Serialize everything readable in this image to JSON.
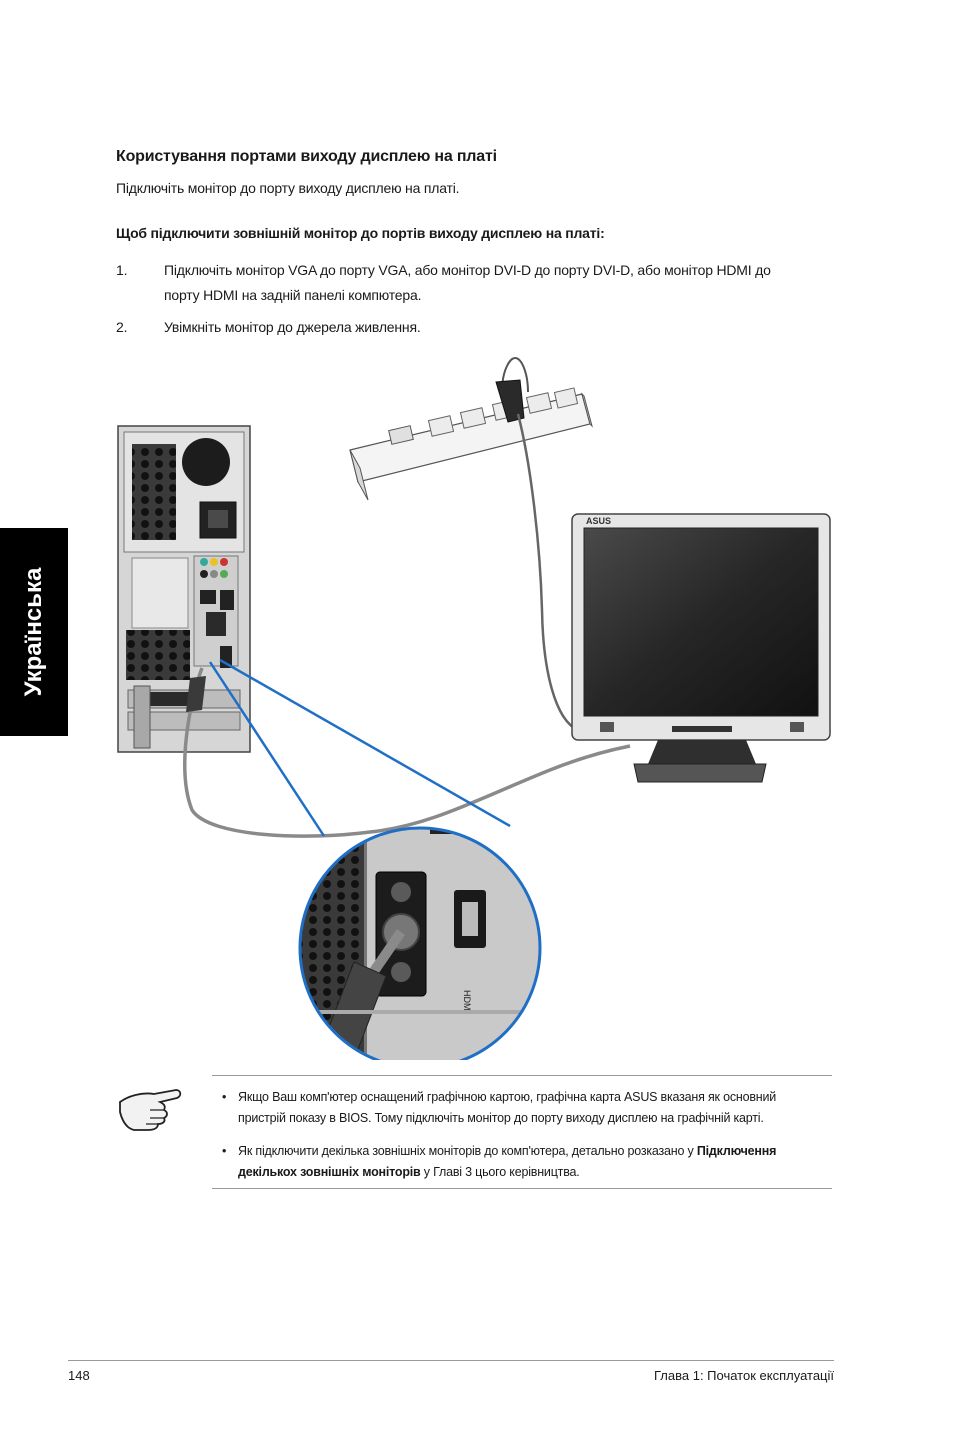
{
  "sidebar": {
    "language_tab": "Українська"
  },
  "section": {
    "title": "Користування портами виходу дисплею на платі",
    "intro": "Підключіть монітор до порту виходу дисплею на платі.",
    "procedure_title": "Щоб підключити зовнішній монітор до портів виходу дисплею на платі:",
    "steps": [
      {
        "num": "1.",
        "line1": "Підключіть монітор VGA до порту VGA, або монітор DVI-D до порту DVI-D, або монітор HDMI до",
        "line2": "порту HDMI на задній панелі компютера."
      },
      {
        "num": "2.",
        "line1": "Увімкніть монітор до джерела живлення."
      }
    ]
  },
  "illustration": {
    "monitor_brand": "ASUS",
    "hdmi_port_label": "HDMI",
    "colors": {
      "callout": "#1f6fc6",
      "cable": "#8a8a8a"
    }
  },
  "notes": {
    "icon": "pointing-hand-icon",
    "items": [
      {
        "line1": "Якщо Ваш комп'ютер оснащений графічною картою, графічна карта ASUS вказаня як основний",
        "line2": "пристрій показу в BIOS. Тому підключіть монітор до порту виходу дисплею на графічній карті."
      },
      {
        "line1_pre": "Як підключити декілька зовнішніх моніторів до комп'ютера, детально розказано у ",
        "line1_bold": "Підключення",
        "line2_bold": "декількох зовнішніх моніторів",
        "line2_post": " у Главі 3 цього керівництва."
      }
    ]
  },
  "footer": {
    "page_number": "148",
    "chapter": "Глава 1: Початок експлуатації"
  }
}
